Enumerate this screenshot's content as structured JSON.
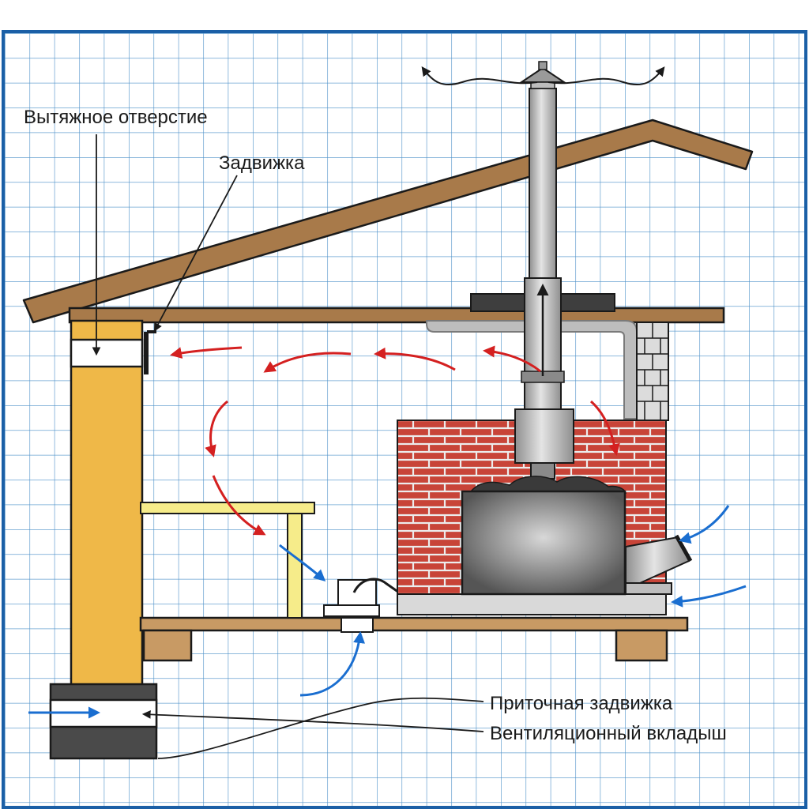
{
  "labels": {
    "exhaust_opening": "Вытяжное отверстие",
    "damper": "Задвижка",
    "supply_damper": "Приточная задвижка",
    "vent_insert": "Вентиляционный вкладыш"
  },
  "colors": {
    "grid": "#4a8fc8",
    "border": "#1a5fa6",
    "roof": "#a87a4a",
    "wall": "#efb848",
    "brick": "#c84438",
    "mortar": "#ececec",
    "stove": "#5e5e5e",
    "pipe": "#bdbdbd",
    "hot_air": "#d42020",
    "cold_air": "#1a6ed0",
    "bench": "#f6ec8a",
    "floor": "#c89a64",
    "foundation": "#4a4a4a"
  }
}
